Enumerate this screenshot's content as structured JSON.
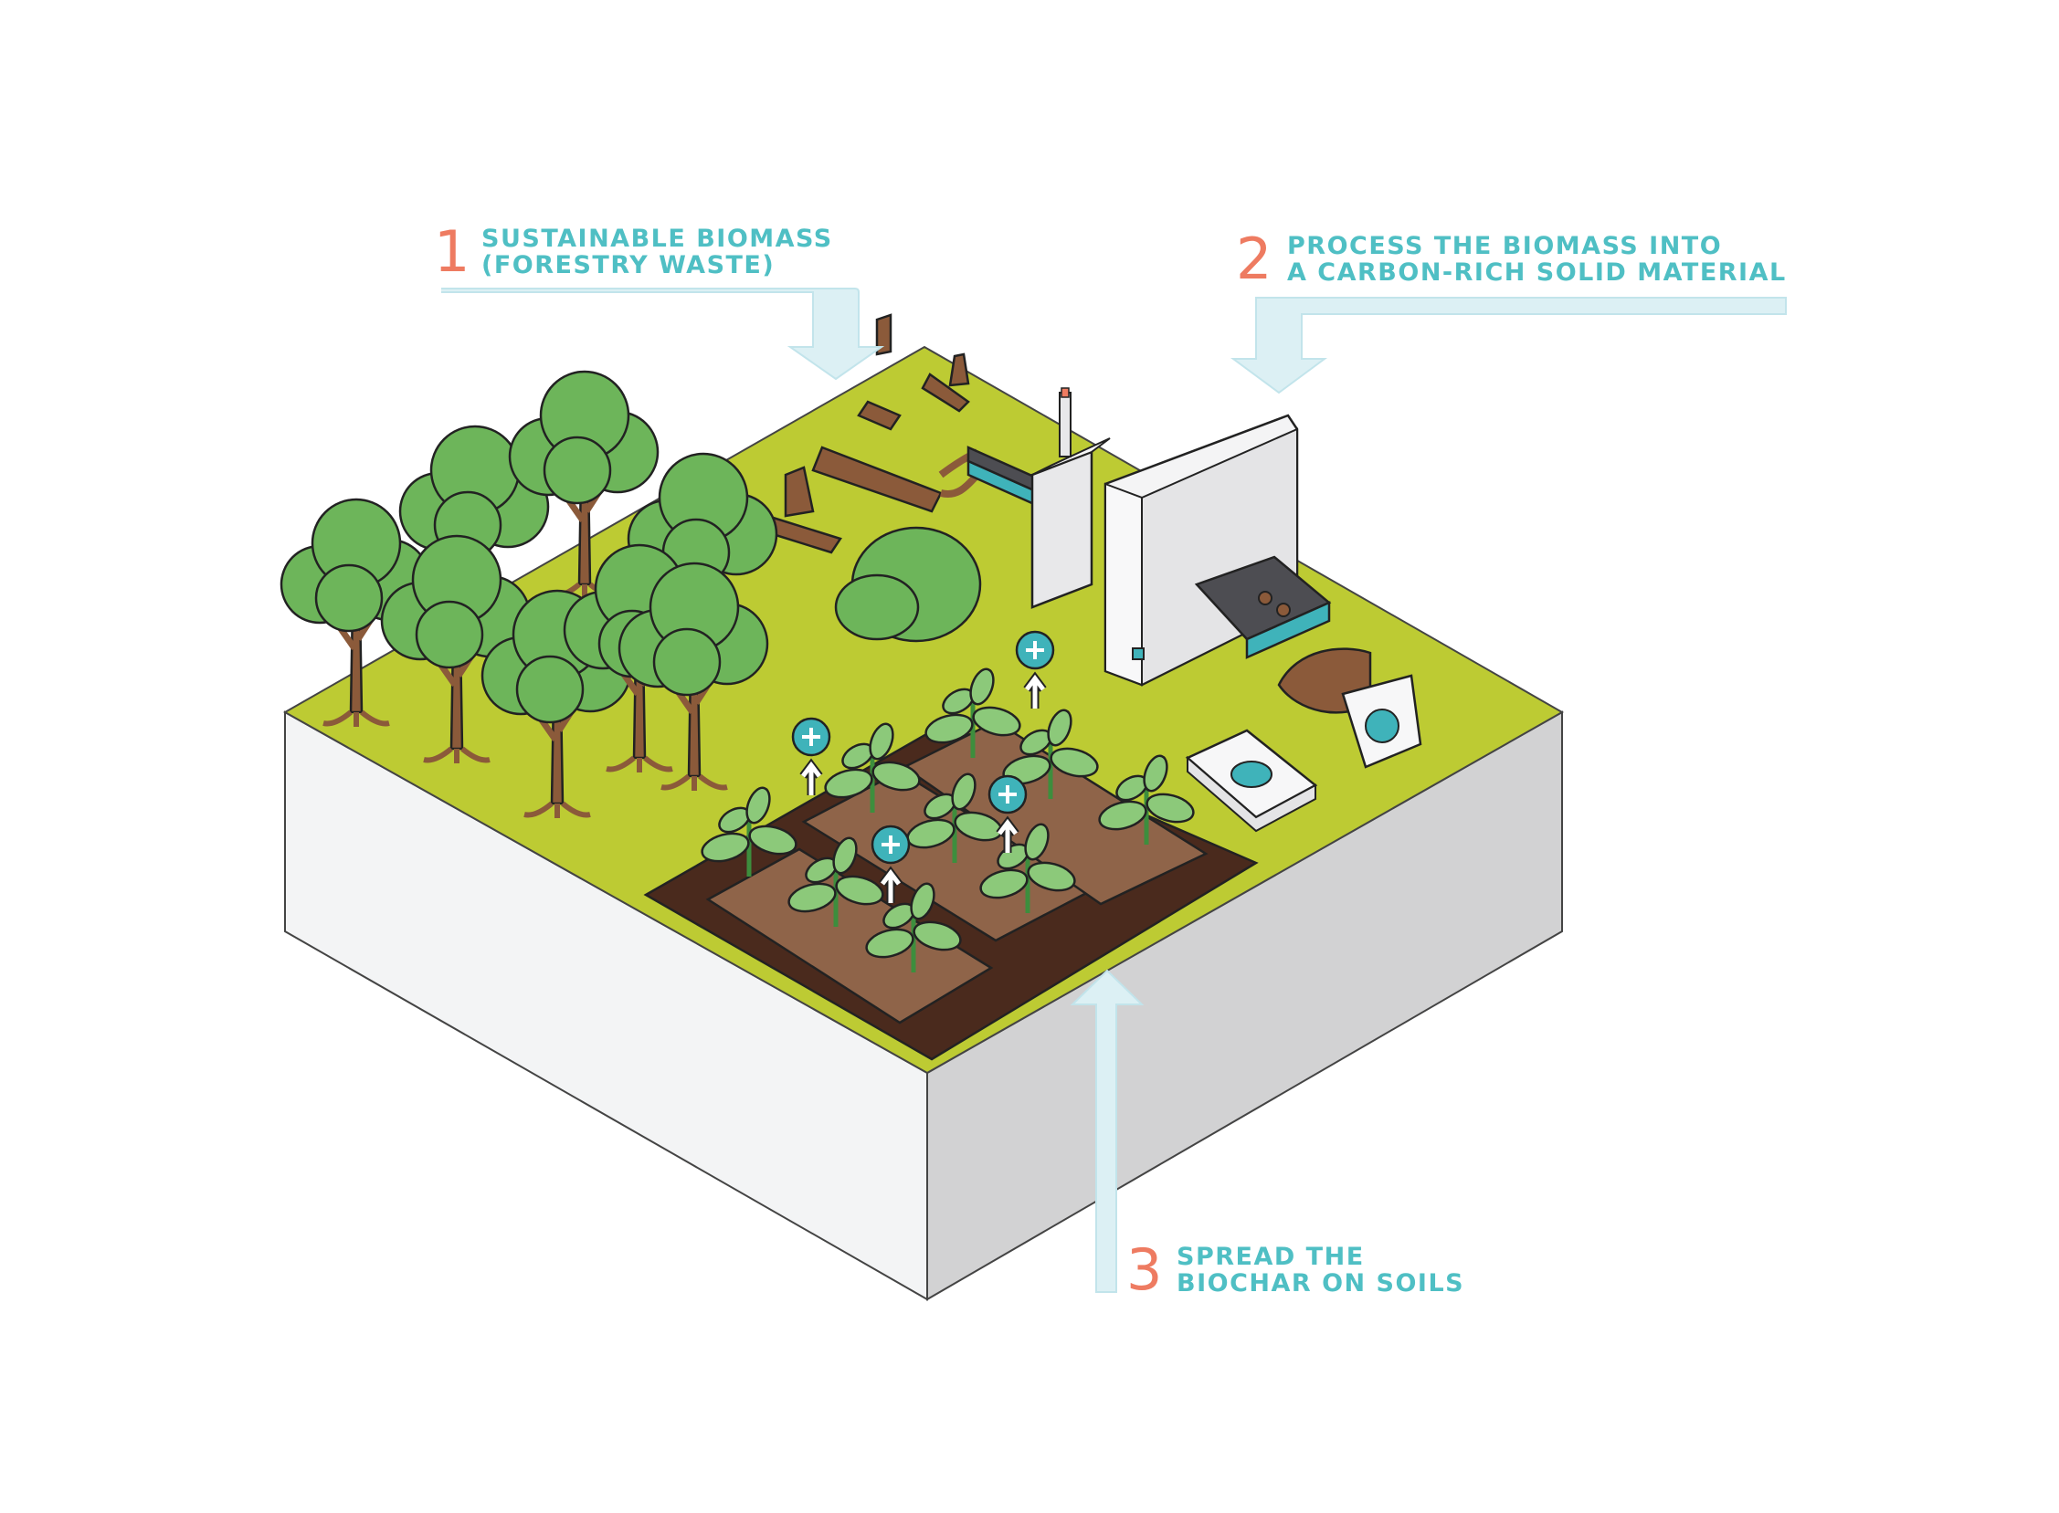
{
  "steps": [
    {
      "number": "1",
      "line1": "SUSTAINABLE BIOMASS",
      "line2": "(FORESTRY WASTE)"
    },
    {
      "number": "2",
      "line1": "PROCESS THE BIOMASS INTO",
      "line2": "A CARBON-RICH SOLID MATERIAL"
    },
    {
      "number": "3",
      "line1": "SPREAD THE",
      "line2": "BIOCHAR ON SOILS"
    }
  ],
  "colors": {
    "accent_text": "#4fbfc4",
    "step_number": "#ee7b61",
    "arrow": "#dcf0f4",
    "grass": "#bdcb33",
    "soil_dark": "#4a2a1d",
    "soil_light": "#8f6449",
    "foliage": "#6db55a",
    "trunk": "#8b5a3a",
    "machine": "#f4f4f5",
    "conveyor": "#3fb3ba",
    "badge": "#3fb3ba"
  }
}
